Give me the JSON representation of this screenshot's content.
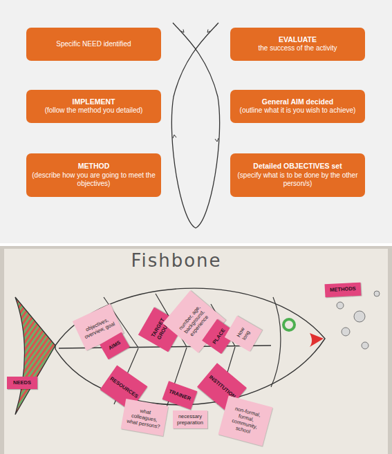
{
  "diagram": {
    "nodes": [
      {
        "text": [
          "Specific NEED identified"
        ]
      },
      {
        "text": [
          "EVALUATE",
          "the success of the activity"
        ]
      },
      {
        "text": [
          "IMPLEMENT",
          "(follow the method you detailed)"
        ]
      },
      {
        "text": [
          "General AIM decided",
          "(outline what it is you wish to achieve)"
        ]
      },
      {
        "text": [
          "METHOD",
          "(describe how you are going to meet the objectives)"
        ]
      },
      {
        "text": [
          "Detailed OBJECTIVES set",
          "(specify what is to be done by the other person/s)"
        ]
      },
      {
        "text": [
          "METHODS"
        ]
      },
      {
        "text": [
          "NEEDS"
        ]
      },
      {
        "text": [
          "objectives, overview, goal"
        ]
      },
      {
        "text": [
          "AIMS"
        ]
      },
      {
        "text": [
          "TARGET GROUP"
        ]
      },
      {
        "text": [
          "number, age, background, experience"
        ]
      },
      {
        "text": [
          "PLACE"
        ]
      },
      {
        "text": [
          "How long"
        ]
      },
      {
        "text": [
          "RESOURCES"
        ]
      },
      {
        "text": [
          "what colleagues, what persons?"
        ]
      },
      {
        "text": [
          "TRAINER"
        ]
      },
      {
        "text": [
          "necessary preparation"
        ]
      },
      {
        "text": [
          "INSTITUTION"
        ]
      },
      {
        "text": [
          "non-formal, formal, community, school"
        ]
      }
    ],
    "labels": [
      "Fishbone"
    ]
  }
}
